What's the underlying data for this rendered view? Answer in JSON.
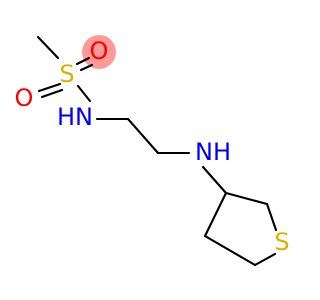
{
  "molecule": {
    "atoms": {
      "s1": {
        "label": "S",
        "color": "#d8b400"
      },
      "o1": {
        "label": "O",
        "color": "#ff0000"
      },
      "o2": {
        "label": "O",
        "color": "#ff0000"
      },
      "n1": {
        "label": "HN",
        "color": "#0000ff"
      },
      "n2": {
        "label": "NH",
        "color": "#0000ff"
      },
      "s2": {
        "label": "S",
        "color": "#d8b400"
      }
    },
    "highlight_color": "#ff9a9a"
  }
}
